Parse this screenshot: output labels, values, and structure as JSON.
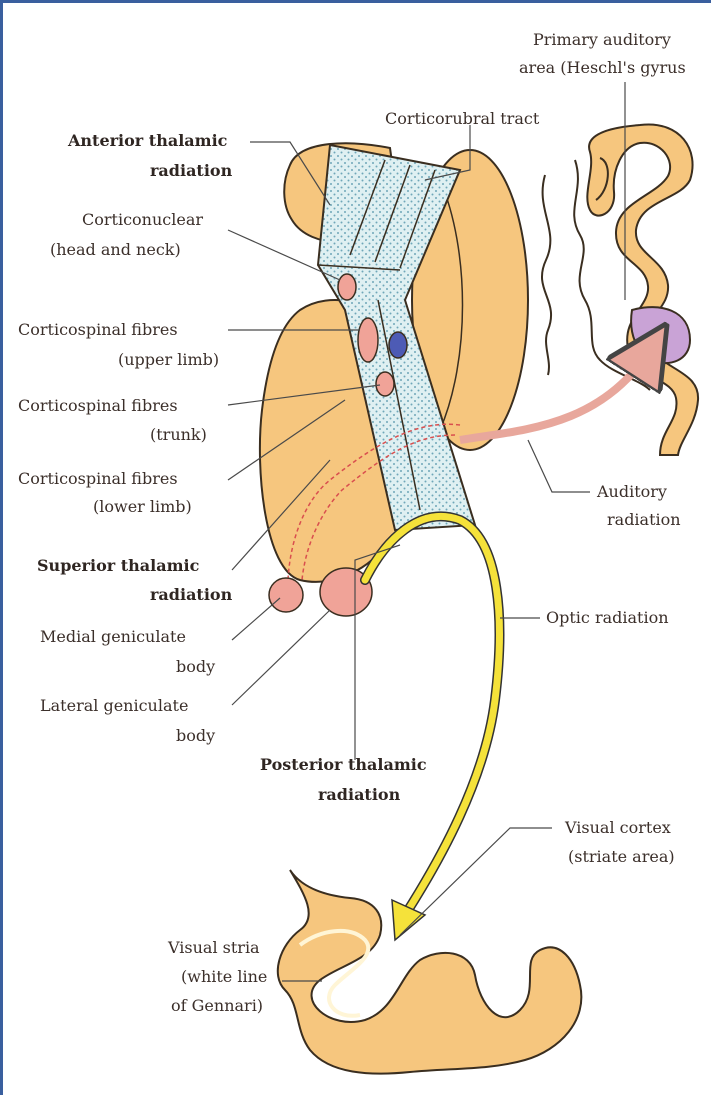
{
  "labels": {
    "primary_auditory_1": "Primary auditory",
    "primary_auditory_2": "area (Heschl's gyrus",
    "corticorubral": "Corticorubral tract",
    "anterior_thalamic_1": "Anterior thalamic",
    "anterior_thalamic_2": "radiation",
    "corticonuclear_1": "Corticonuclear",
    "corticonuclear_2": "(head and neck)",
    "cs_upper_1": "Corticospinal fibres",
    "cs_upper_2": "(upper limb)",
    "cs_trunk_1": "Corticospinal fibres",
    "cs_trunk_2": "(trunk)",
    "cs_lower_1": "Corticospinal fibres",
    "cs_lower_2": "(lower limb)",
    "auditory_rad_1": "Auditory",
    "auditory_rad_2": "radiation",
    "superior_thalamic_1": "Superior thalamic",
    "superior_thalamic_2": "radiation",
    "optic_radiation": "Optic radiation",
    "medial_geniculate_1": "Medial geniculate",
    "medial_geniculate_2": "body",
    "lateral_geniculate_1": "Lateral geniculate",
    "lateral_geniculate_2": "body",
    "posterior_thalamic_1": "Posterior thalamic",
    "posterior_thalamic_2": "radiation",
    "visual_cortex_1": "Visual cortex",
    "visual_cortex_2": "(striate area)",
    "visual_stria_1": "Visual stria",
    "visual_stria_2": "(white line",
    "visual_stria_3": "of Gennari)"
  },
  "colors": {
    "gray_matter": "#f6c67e",
    "gray_matter_edge": "#3a2e20",
    "capsule": "#dff0f2",
    "capsule_dots": "#6fa7b8",
    "geniculate": "#f0a398",
    "optic_yellow": "#f5e23a",
    "auditory_pink": "#e8a79c",
    "heschl_purple": "#c9a3d6",
    "fibre_blue": "#4d5bb5",
    "frame": "#3a5f9e"
  }
}
